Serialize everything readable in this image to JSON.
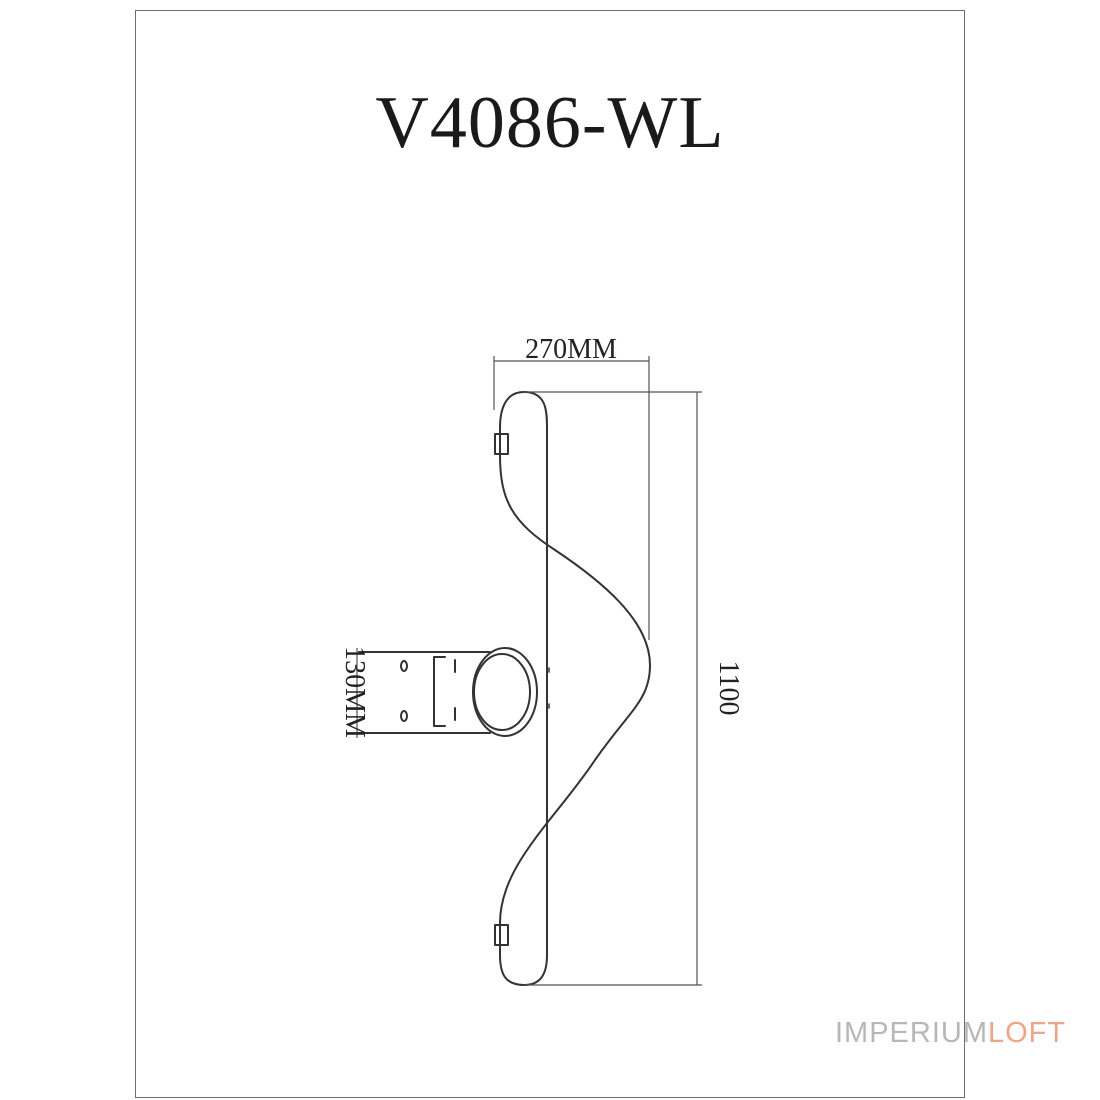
{
  "drawing": {
    "model": "V4086-WL",
    "dimensions": {
      "width_label": "270MM",
      "height_label": "1100",
      "base_label": "130MM"
    },
    "colors": {
      "line": "#333333",
      "frame": "#6e6e6e"
    }
  },
  "watermark": {
    "part1": "IMPERIUM",
    "part2": "LOFT"
  }
}
